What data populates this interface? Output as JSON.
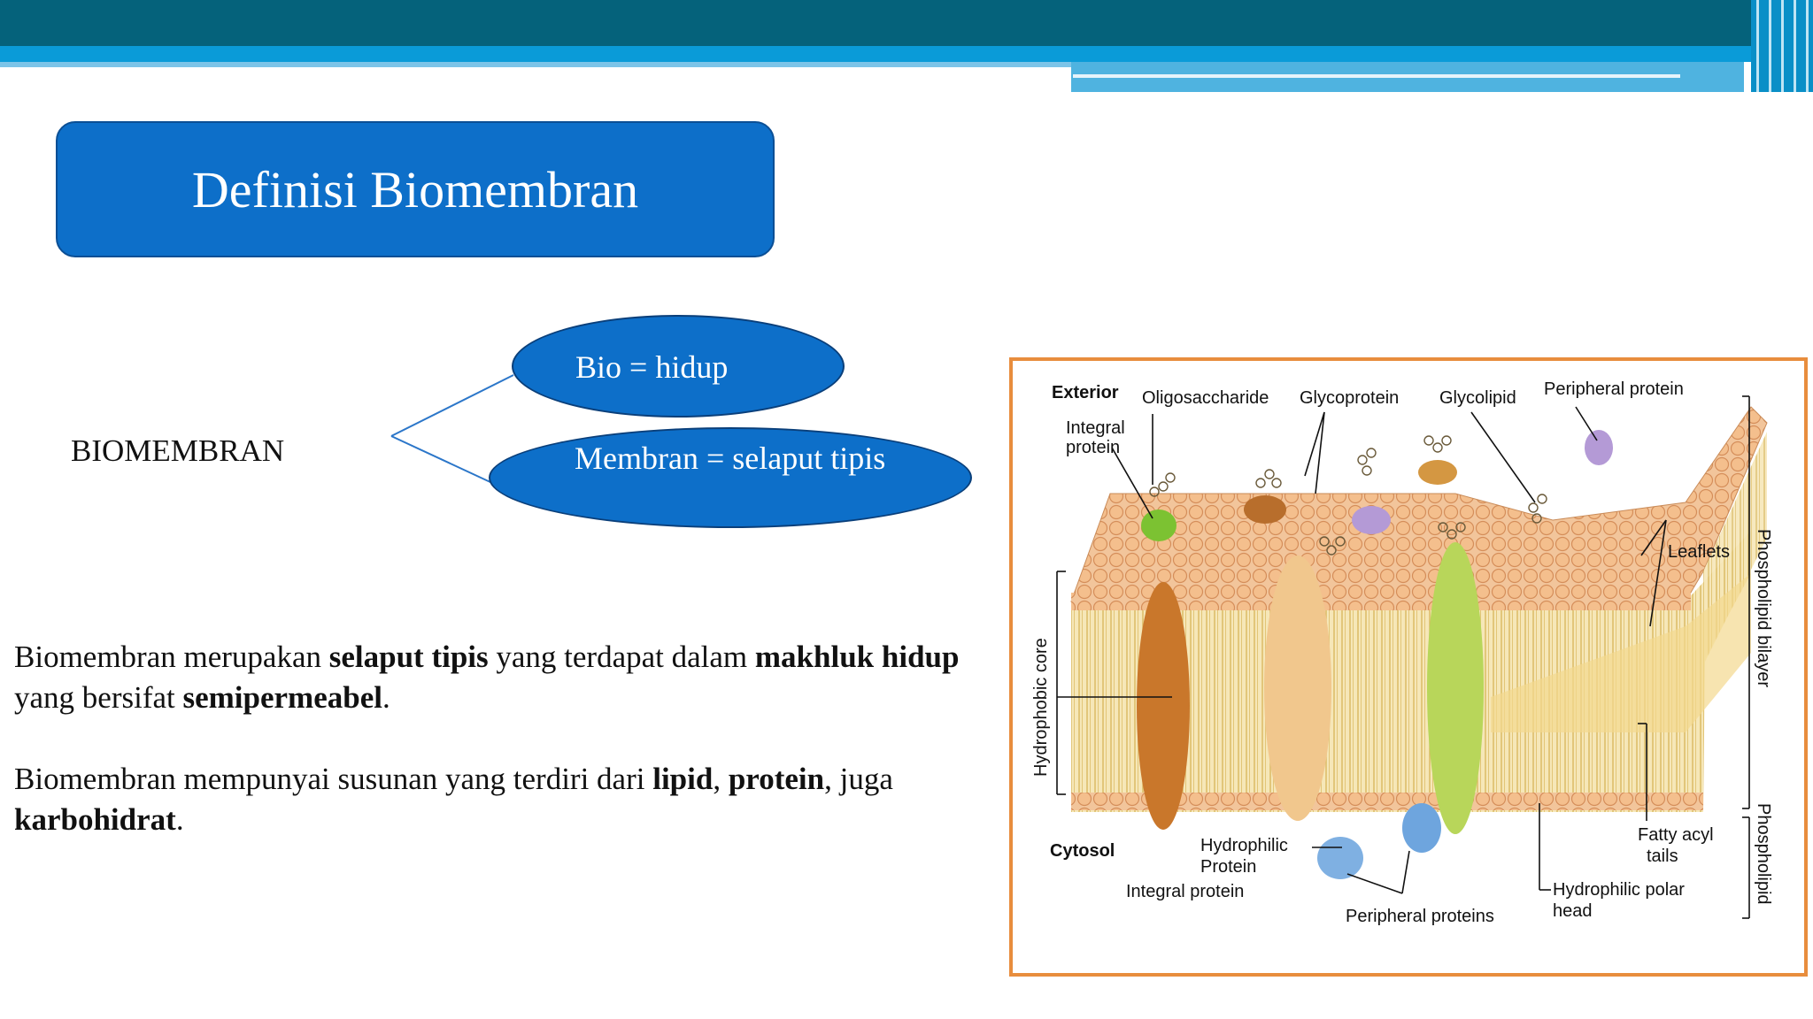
{
  "title": "Definisi Biomembran",
  "root": "BIOMEMBRAN",
  "branches": [
    {
      "label": "Bio = hidup"
    },
    {
      "label": "Membran = selaput tipis"
    }
  ],
  "paragraph1": {
    "t1": "Biomembran merupakan ",
    "b1": "selaput tipis",
    "t2": " yang terdapat dalam ",
    "b2": "makhluk hidup",
    "t3": " yang bersifat ",
    "b3": "semipermeabel",
    "t4": "."
  },
  "paragraph2": {
    "t1": "Biomembran mempunyai susunan  yang terdiri dari ",
    "b1": "lipid",
    "t2": ", ",
    "b2": "protein",
    "t3": ", juga ",
    "b3": "karbohidrat",
    "t4": "."
  },
  "figure": {
    "labels": {
      "exterior": "Exterior",
      "oligosaccharide": "Oligosaccharide",
      "glycoprotein": "Glycoprotein",
      "glycolipid": "Glycolipid",
      "peripheral_protein": "Peripheral protein",
      "integral_protein_top_1": "Integral",
      "integral_protein_top_2": "protein",
      "leaflets": "Leaflets",
      "phospholipid_bilayer": "Phospholipid bilayer",
      "hydrophobic_core": "Hydrophobic core",
      "cytosol": "Cytosol",
      "hydrophilic_protein_1": "Hydrophilic",
      "hydrophilic_protein_2": "Protein",
      "integral_protein_bottom": "Integral protein",
      "peripheral_proteins": "Peripheral proteins",
      "fatty_acyl_1": "Fatty acyl",
      "fatty_acyl_2": "tails",
      "hydrophilic_head_1": "Hydrophilic polar",
      "hydrophilic_head_2": "head",
      "phospholipid": "Phospholipid"
    }
  },
  "colors": {
    "accent": "#0d6fc9",
    "frame": "#e88d3d",
    "header_dark": "#05627b",
    "header_light": "#0a9bd8"
  }
}
